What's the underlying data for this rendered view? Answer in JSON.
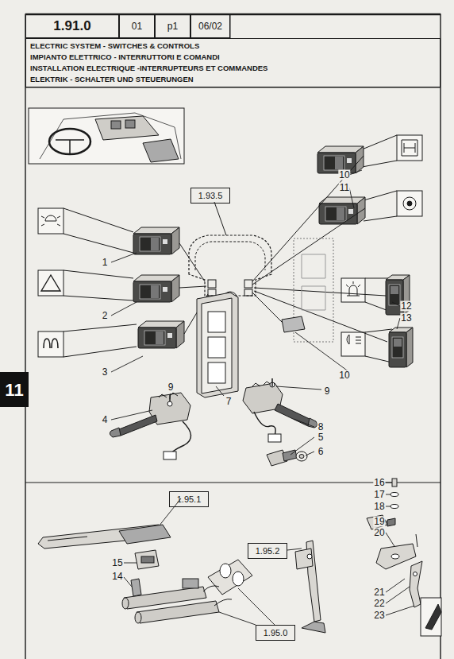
{
  "diagram": {
    "nodes": [
      {
        "text": [
          "1.91.0"
        ]
      },
      {
        "text": [
          "01"
        ]
      },
      {
        "text": [
          "p1"
        ]
      },
      {
        "text": [
          "06/02"
        ]
      },
      {
        "text": [
          "ELECTRIC SYSTEM - SWITCHES & CONTROLS",
          "IMPIANTO ELETTRICO - INTERRUTTORI E COMANDI",
          "INSTALLATION ELECTRIQUE -INTERRUPTEURS ET COMMANDES",
          "ELEKTRIK - SCHALTER UND STEUERUNGEN"
        ]
      },
      {
        "text": [
          "1.93.5"
        ]
      },
      {
        "text": [
          "1.95.1"
        ]
      },
      {
        "text": [
          "1.95.2"
        ]
      },
      {
        "text": [
          "1.95.0"
        ]
      },
      {
        "text": [
          "11"
        ]
      }
    ],
    "labels": [
      "1",
      "2",
      "3",
      "4",
      "9",
      "7",
      "9",
      "8",
      "5",
      "6",
      "10",
      "11",
      "12",
      "13",
      "10",
      "15",
      "14",
      "16",
      "17",
      "18",
      "19",
      "20",
      "21",
      "22",
      "23"
    ]
  }
}
